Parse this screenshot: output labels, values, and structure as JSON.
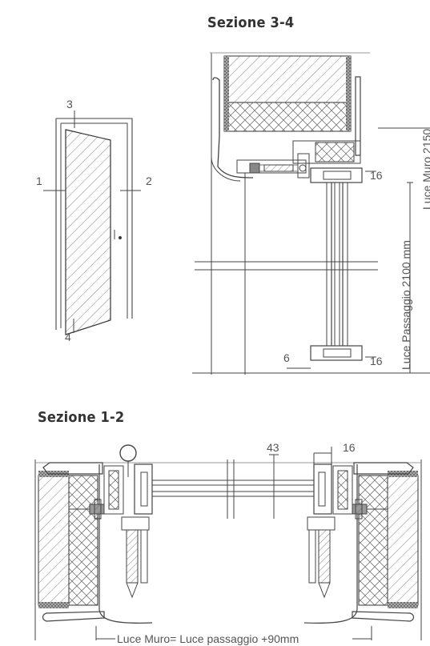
{
  "titles": {
    "section_34": "Sezione 3-4",
    "section_12": "Sezione 1-2"
  },
  "door_view": {
    "markers": {
      "m1": "1",
      "m2": "2",
      "m3": "3",
      "m4": "4"
    }
  },
  "section_34": {
    "dim_top": "16",
    "dim_bottom_right": "16",
    "dim_bottom_left": "6",
    "label_passage": "Luce Passaggio 2100 mm",
    "label_wall": "Luce Muro 2150"
  },
  "section_12": {
    "dim_43": "43",
    "dim_16": "16",
    "label_bottom": "Luce Muro= Luce passaggio +90mm"
  }
}
